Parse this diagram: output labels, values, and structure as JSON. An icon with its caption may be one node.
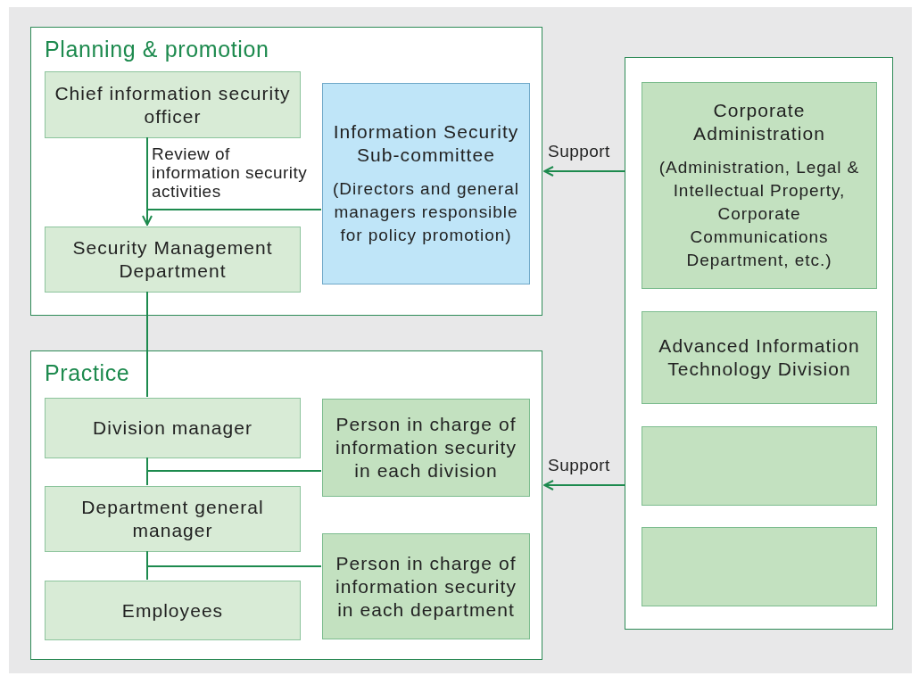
{
  "diagram": {
    "nodes": [
      {
        "text": [
          "Planning & promotion"
        ]
      },
      {
        "text": [
          "Chief information security officer"
        ],
        "in": 0
      },
      {
        "text": [
          "Security Management Department"
        ],
        "in": 0
      },
      {
        "text": [
          "Information Security Sub-committee",
          "(Directors and general managers responsible for policy promotion)"
        ],
        "in": 0
      },
      {
        "text": [
          "Practice"
        ]
      },
      {
        "text": [
          "Division manager"
        ],
        "in": 4
      },
      {
        "text": [
          "Department general manager"
        ],
        "in": 4
      },
      {
        "text": [
          "Employees"
        ],
        "in": 4
      },
      {
        "text": [
          "Person in charge of information security in each division"
        ],
        "in": 4
      },
      {
        "text": [
          "Person in charge of information security in each department"
        ],
        "in": 4
      },
      {
        "text": [],
        "shape": "box"
      },
      {
        "text": [
          "Corporate Administration",
          "(Administration, Legal & Intellectual Property, Corporate Communications Department, etc.)"
        ],
        "in": 10
      },
      {
        "text": [
          "Advanced Information Technology Division"
        ],
        "in": 10
      },
      {
        "text": [],
        "shape": "box",
        "in": 10
      },
      {
        "text": [],
        "shape": "box",
        "in": 10
      }
    ],
    "edges": [
      {
        "from": 1,
        "to": 2,
        "arrow": "none"
      },
      {
        "from": 3,
        "to": 2,
        "arrow": "to",
        "label": "Review of information security activities"
      },
      {
        "from": 2,
        "to": 5,
        "arrow": "none"
      },
      {
        "from": 5,
        "to": 6,
        "arrow": "none"
      },
      {
        "from": 6,
        "to": 7,
        "arrow": "none"
      },
      {
        "from": 8,
        "to": 5,
        "arrow": "none"
      },
      {
        "from": 9,
        "to": 6,
        "arrow": "none"
      },
      {
        "from": 10,
        "to": 0,
        "arrow": "to",
        "label": "Support"
      },
      {
        "from": 10,
        "to": 4,
        "arrow": "to",
        "label": "Support"
      }
    ]
  }
}
